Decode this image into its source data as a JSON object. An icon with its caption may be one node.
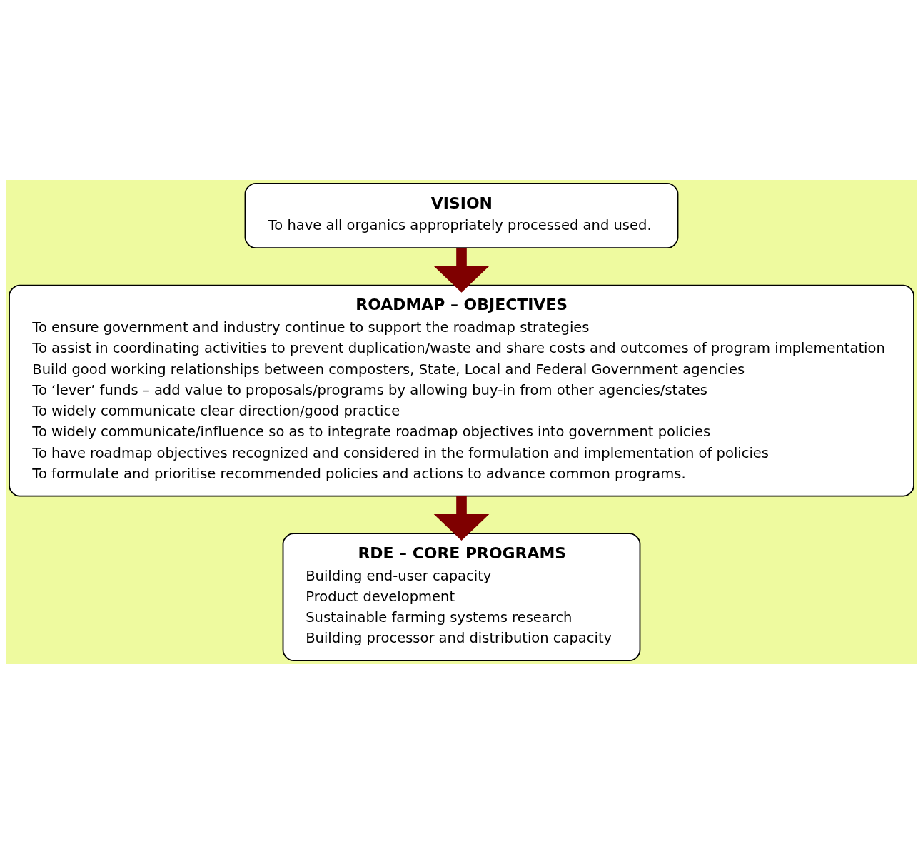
{
  "diagram": {
    "nodes": [
      {
        "text": [
          "VISION",
          "To have all organics appropriately processed and used."
        ]
      },
      {
        "text": [
          "ROADMAP – OBJECTIVES",
          "To ensure government and industry continue to support the roadmap strategies",
          "To assist in coordinating activities to prevent duplication/waste and share costs and outcomes of program implementation",
          "Build good working relationships between composters, State, Local and Federal Government agencies",
          "To ‘lever’ funds – add value to proposals/programs by allowing buy-in from other agencies/states",
          "To widely communicate clear direction/good practice",
          "To widely communicate/influence so as to integrate roadmap objectives into government policies",
          "To have roadmap objectives recognized and considered in the formulation and implementation of policies",
          "To formulate and prioritise recommended policies and actions to advance common programs."
        ]
      },
      {
        "text": [
          "RDE – CORE PROGRAMS",
          "Building end-user capacity",
          "Product development",
          "Sustainable farming systems research",
          "Building processor and distribution capacity"
        ]
      }
    ],
    "edges": [
      {
        "from": 0,
        "to": 1,
        "arrow": "to"
      },
      {
        "from": 1,
        "to": 2,
        "arrow": "to"
      }
    ]
  }
}
